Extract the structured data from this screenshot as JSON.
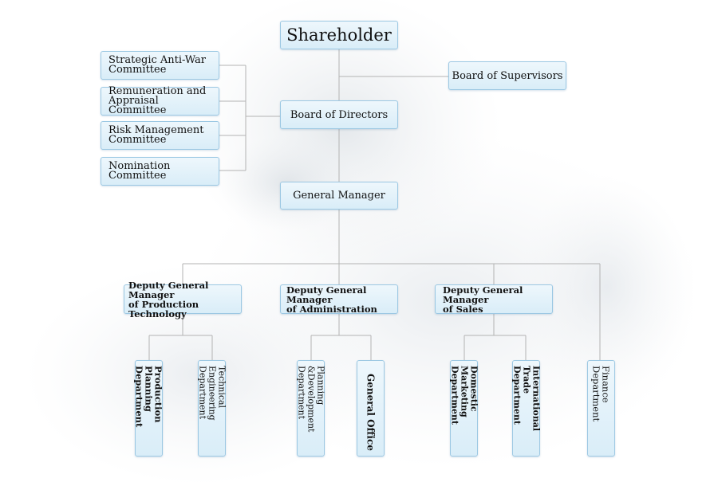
{
  "chart": {
    "shareholder": "Shareholder",
    "board_of_supervisors": "Board of Supervisors",
    "board_of_directors": "Board of Directors",
    "general_manager": "General Manager",
    "committees": [
      "Strategic Anti-War\nCommittee",
      "Remuneration and\nAppraisal Committee",
      "Risk Management\nCommittee",
      "Nomination\nCommittee"
    ],
    "deputies": [
      "Deputy General Manager\nof Production Technology",
      "Deputy General Manager\nof Administration",
      "Deputy General Manager\nof Sales"
    ],
    "departments": [
      "Production Planning\nDepartment",
      "Technical Engineering\nDepartment",
      "Planning &Development\nDepartment",
      "General Office",
      "Domestic Marketing\nDepartment",
      "International Trade\nDepartment",
      "Finance Department"
    ]
  },
  "colors": {
    "box_fill_top": "#eef7fc",
    "box_fill_bottom": "#d9edf8",
    "box_border": "#9cc8e3",
    "connector": "#b3b3b3"
  }
}
